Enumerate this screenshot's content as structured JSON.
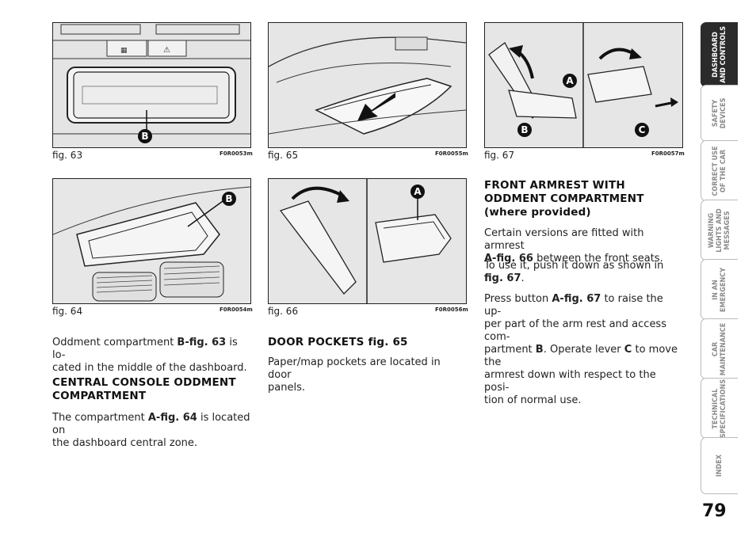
{
  "figures": {
    "fig63": {
      "caption": "fig. 63",
      "code": "F0R0053m",
      "labels": [
        "B"
      ]
    },
    "fig64": {
      "caption": "fig. 64",
      "code": "F0R0054m",
      "labels": [
        "B"
      ]
    },
    "fig65": {
      "caption": "fig. 65",
      "code": "F0R0055m"
    },
    "fig66": {
      "caption": "fig. 66",
      "code": "F0R0056m",
      "labels": [
        "A"
      ]
    },
    "fig67": {
      "caption": "fig. 67",
      "code": "F0R0057m",
      "labels": [
        "A",
        "B",
        "C"
      ]
    }
  },
  "col1": {
    "p1_a": "Oddment compartment ",
    "p1_b": "B-fig. 63",
    "p1_c": " is lo-",
    "p1_d": "cated in the middle of the dashboard.",
    "h1": "CENTRAL CONSOLE ODDMENT",
    "h2": "COMPARTMENT",
    "p2_a": "The compartment ",
    "p2_b": "A-fig. 64",
    "p2_c": " is located on",
    "p2_d": "the dashboard central zone."
  },
  "col2": {
    "h_a": "DOOR POCKETS ",
    "h_b": "fig. 65",
    "p1": "Paper/map pockets are located in door",
    "p2": "panels."
  },
  "col3": {
    "h1": "FRONT ARMREST WITH",
    "h2": "ODDMENT COMPARTMENT",
    "h3": "(where provided)",
    "p1_1": "Certain versions are fitted with armrest",
    "p1_2b": "A-fig. 66",
    "p1_2": " between the front seats.",
    "p2_1": "To use it, push it down as shown in",
    "p2_2b": "fig. 67",
    "p2_2": ".",
    "p3_1a": "Press button ",
    "p3_1b": "A-fig. 67",
    "p3_1c": " to raise the up-",
    "p3_2": "per part of the arm rest and access com-",
    "p3_3a": "partment ",
    "p3_3b": "B",
    "p3_3c": ". Operate lever ",
    "p3_3d": "C",
    "p3_3e": " to move the",
    "p3_4": "armrest down with respect to the posi-",
    "p3_5": "tion of normal use."
  },
  "tabs": [
    {
      "l1": "DASHBOARD",
      "l2": "AND CONTROLS",
      "active": true
    },
    {
      "l1": "SAFETY",
      "l2": "DEVICES"
    },
    {
      "l1": "CORRECT USE",
      "l2": "OF THE CAR"
    },
    {
      "l1": "WARNING",
      "l2": "LIGHTS AND",
      "l3": "MESSAGES"
    },
    {
      "l1": "IN AN",
      "l2": "EMERGENCY"
    },
    {
      "l1": "CAR",
      "l2": "MAINTENANCE"
    },
    {
      "l1": "TECHNICAL",
      "l2": "SPECIFICATIONS"
    },
    {
      "l1": "INDEX"
    }
  ],
  "page_number": "79"
}
